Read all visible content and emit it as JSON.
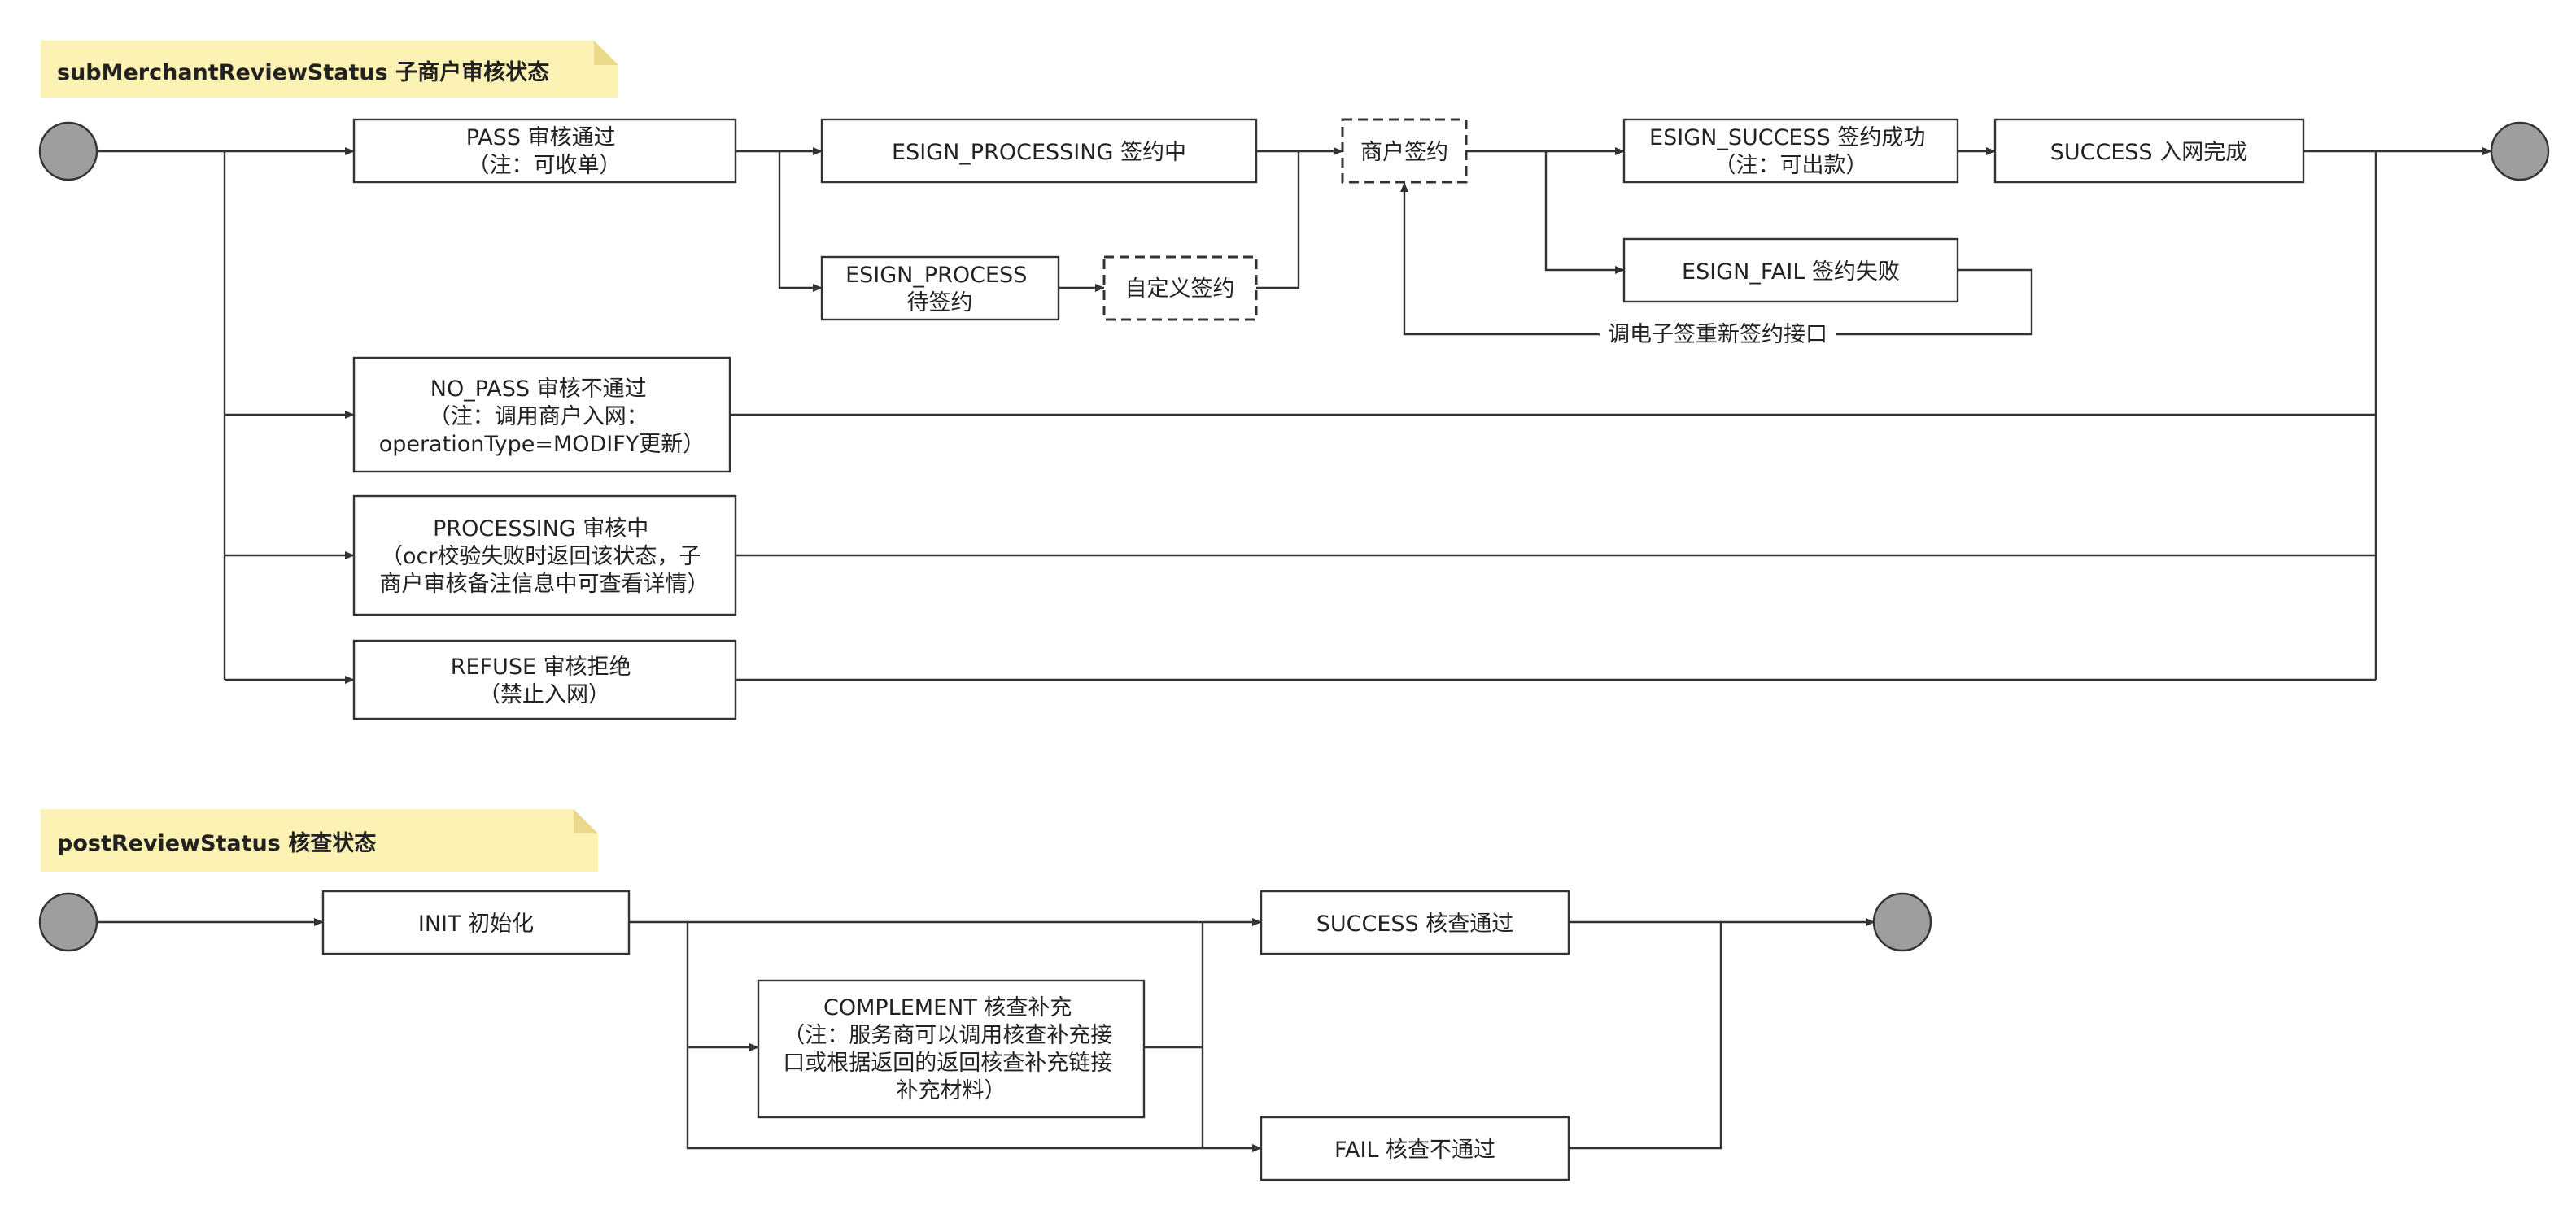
{
  "section1": {
    "title": "subMerchantReviewStatus 子商户审核状态",
    "nodes": {
      "pass": [
        "PASS 审核通过",
        "（注：可收单）"
      ],
      "esign_processing": [
        "ESIGN_PROCESSING 签约中"
      ],
      "esign_process": [
        "ESIGN_PROCESS",
        "待签约"
      ],
      "custom_sign": [
        "自定义签约"
      ],
      "merchant_sign": [
        "商户签约"
      ],
      "esign_success": [
        "ESIGN_SUCCESS 签约成功",
        "（注：可出款）"
      ],
      "success": [
        "SUCCESS 入网完成"
      ],
      "esign_fail": [
        "ESIGN_FAIL 签约失败"
      ],
      "no_pass": [
        "NO_PASS 审核不通过",
        "（注：调用商户入网：",
        "operationType=MODIFY更新）"
      ],
      "processing": [
        "PROCESSING 审核中",
        "（ocr校验失败时返回该状态，子",
        "商户审核备注信息中可查看详情）"
      ],
      "refuse": [
        "REFUSE 审核拒绝",
        "（禁止入网）"
      ]
    },
    "edge_labels": {
      "resign": "调电子签重新签约接口"
    }
  },
  "section2": {
    "title": "postReviewStatus 核查状态",
    "nodes": {
      "init": [
        "INIT 初始化"
      ],
      "success": [
        "SUCCESS 核查通过"
      ],
      "complement": [
        "COMPLEMENT 核查补充",
        "（注：服务商可以调用核查补充接",
        "口或根据返回的返回核查补充链接",
        "补充材料）"
      ],
      "fail": [
        "FAIL 核查不通过"
      ]
    }
  }
}
